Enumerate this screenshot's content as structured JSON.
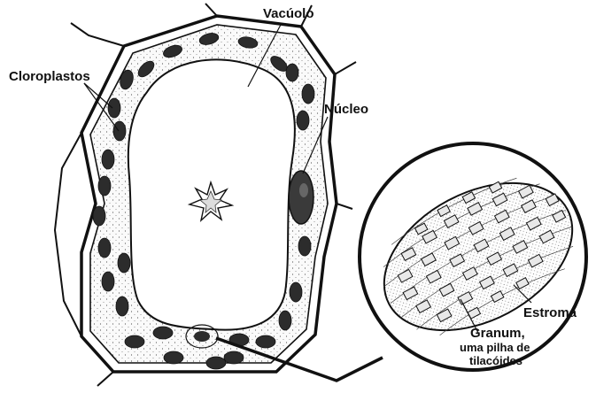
{
  "labels": {
    "vacuolo": "Vacúolo",
    "cloroplastos": "Cloroplastos",
    "nucleo": "Núcleo",
    "estroma": "Estroma",
    "granum_line1": "Granum,",
    "granum_line2": "uma pilha de",
    "granum_line3": "tilacóides"
  },
  "colors": {
    "ink": "#111111",
    "cytoplasm": "#f4f4f4",
    "chloroplast": "#2a2a2a",
    "nucleus": "#333333",
    "background": "#ffffff"
  },
  "icons": {
    "vacuole_crystal": "star-crystal-icon",
    "chloroplast_magnified": "chloroplast-detail-icon"
  }
}
